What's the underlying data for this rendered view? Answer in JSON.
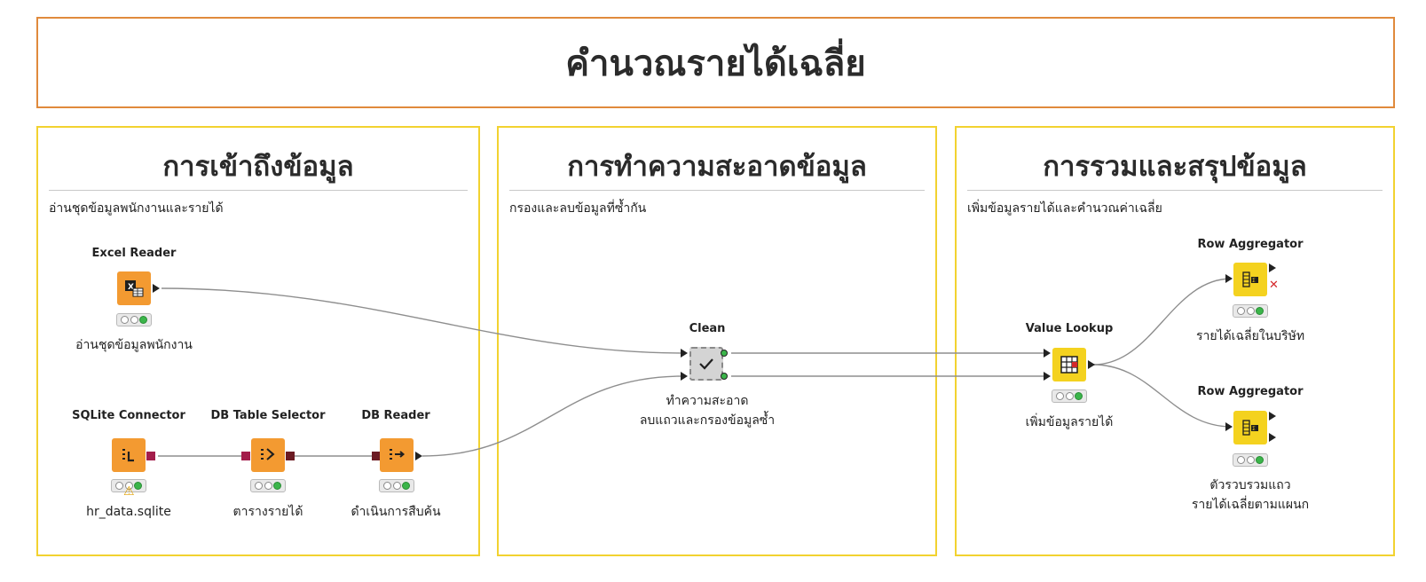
{
  "title": "คำนวณรายได้เฉลี่ย",
  "sections": {
    "access": {
      "title": "การเข้าถึงข้อมูล",
      "desc": "อ่านชุดข้อมูลพนักงานและรายได้"
    },
    "clean": {
      "title": "การทำความสะอาดข้อมูล",
      "desc": "กรองและลบข้อมูลที่ซ้ำกัน"
    },
    "agg": {
      "title": "การรวมและสรุปข้อมูล",
      "desc": "เพิ่มข้อมูลรายได้และคำนวณค่าเฉลี่ย"
    }
  },
  "nodes": {
    "excel_reader": {
      "label": "Excel Reader",
      "sub": [
        "อ่านชุดข้อมูลพนักงาน"
      ],
      "icon": "excel-icon"
    },
    "sqlite_connector": {
      "label": "SQLite Connector",
      "sub": [
        "hr_data.sqlite"
      ],
      "icon": "sqlite-icon",
      "warning": "⚠"
    },
    "db_table_selector": {
      "label": "DB Table Selector",
      "sub": [
        "ตารางรายได้"
      ],
      "icon": "db-table-selector-icon"
    },
    "db_reader": {
      "label": "DB Reader",
      "sub": [
        "ดำเนินการสืบค้น"
      ],
      "icon": "db-reader-icon"
    },
    "clean": {
      "label": "Clean",
      "sub": [
        "ทำความสะอาด",
        "ลบแถวและกรองข้อมูลซ้ำ"
      ],
      "icon": "checkmark-icon"
    },
    "value_lookup": {
      "label": "Value Lookup",
      "sub": [
        "เพิ่มข้อมูลรายได้"
      ],
      "icon": "lookup-grid-icon"
    },
    "row_aggregator_1": {
      "label": "Row Aggregator",
      "sub": [
        "รายได้เฉลี่ยในบริษัท"
      ],
      "icon": "aggregator-icon",
      "error": "✕"
    },
    "row_aggregator_2": {
      "label": "Row Aggregator",
      "sub": [
        "ตัวรวบรวมแถว",
        "รายได้เฉลี่ยตามแผนก"
      ],
      "icon": "aggregator-icon"
    }
  },
  "colors": {
    "orange_node": "#f39a31",
    "yellow_node": "#f4d21f",
    "title_border": "#e08a3c",
    "section_border": "#f2d230",
    "status_green": "#3bb54a"
  }
}
